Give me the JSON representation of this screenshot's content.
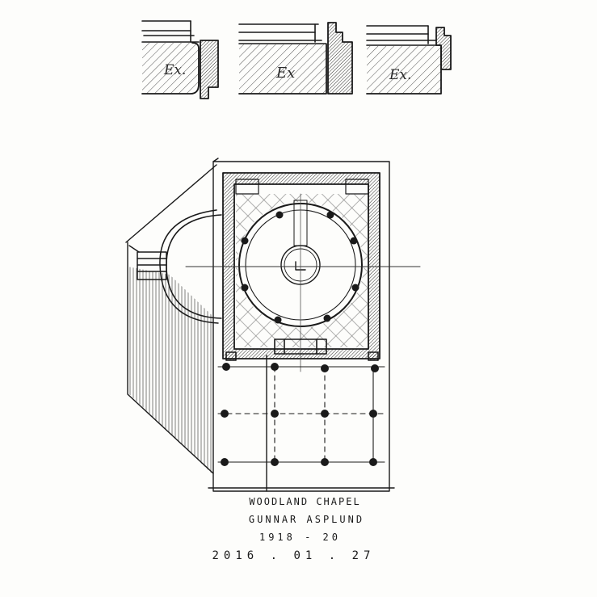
{
  "sketch": {
    "details": [
      {
        "label": "Ex."
      },
      {
        "label": "Ex"
      },
      {
        "label": "Ex."
      }
    ],
    "caption": {
      "title": "WOODLAND CHAPEL",
      "architect": "GUNNAR ASPLUND",
      "years": "1918 - 20",
      "date": "2016 . 01 . 27"
    }
  }
}
